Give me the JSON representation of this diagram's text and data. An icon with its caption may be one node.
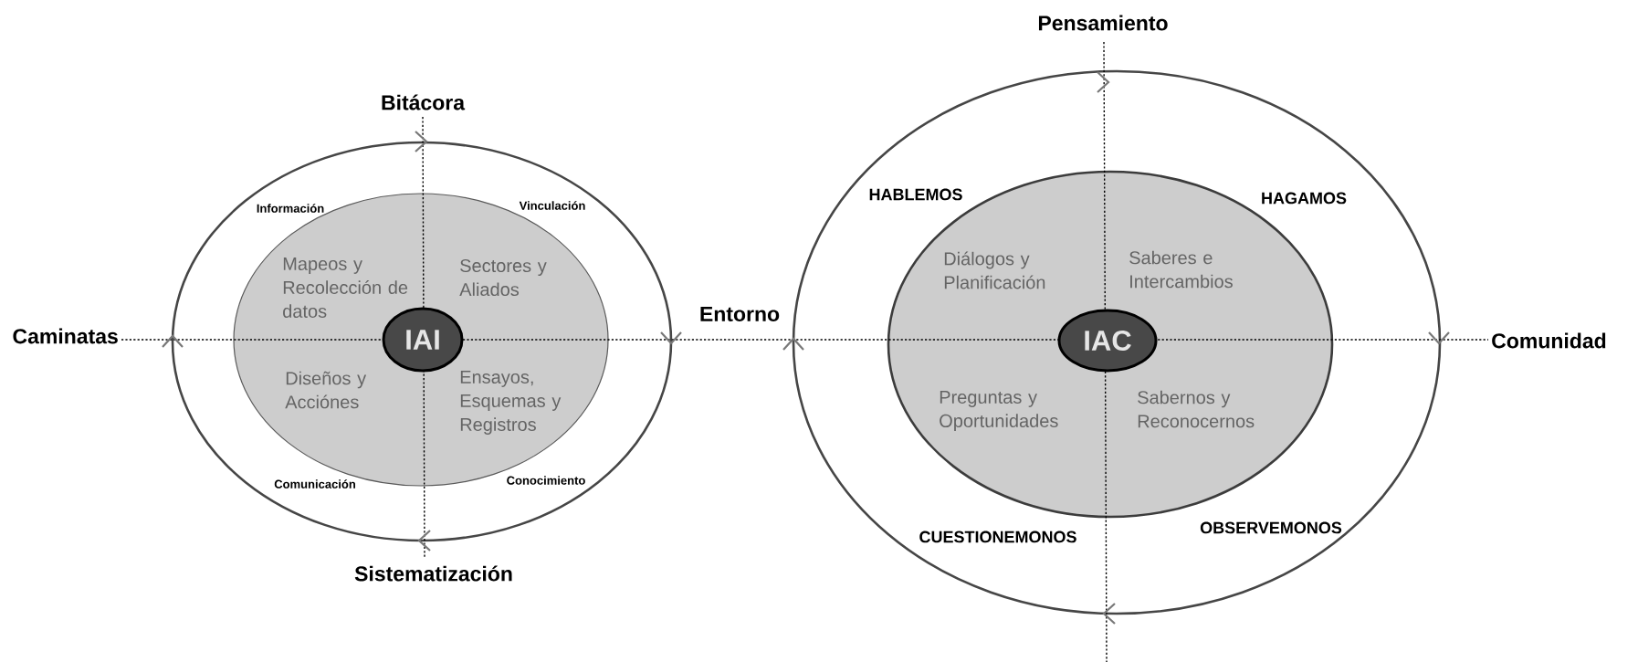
{
  "diagram": {
    "nodes": [
      {
        "text": [
          "Información",
          "Vinculación",
          "Comunicación",
          "Conocimiento"
        ]
      },
      {
        "text": [
          "Mapeos y Recolección de datos",
          "Sectores y Aliados",
          "Diseños y Acciónes",
          "Ensayos, Esquemas y Registros"
        ],
        "in": 0
      },
      {
        "text": [
          "IAI"
        ],
        "in": 1
      },
      {
        "text": [
          "HABLEMOS",
          "HAGAMOS",
          "CUESTIONEMONOS",
          "OBSERVEMONOS"
        ]
      },
      {
        "text": [
          "Diálogos y Planificación",
          "Saberes e Intercambios",
          "Preguntas y Oportunidades",
          "Sabernos y Reconocernos"
        ],
        "in": 3
      },
      {
        "text": [
          "IAC"
        ],
        "in": 4
      }
    ],
    "labels": [
      "Pensamiento",
      "Bitácora",
      "Caminatas",
      "Entorno",
      "Comunidad",
      "Sistematización"
    ]
  }
}
